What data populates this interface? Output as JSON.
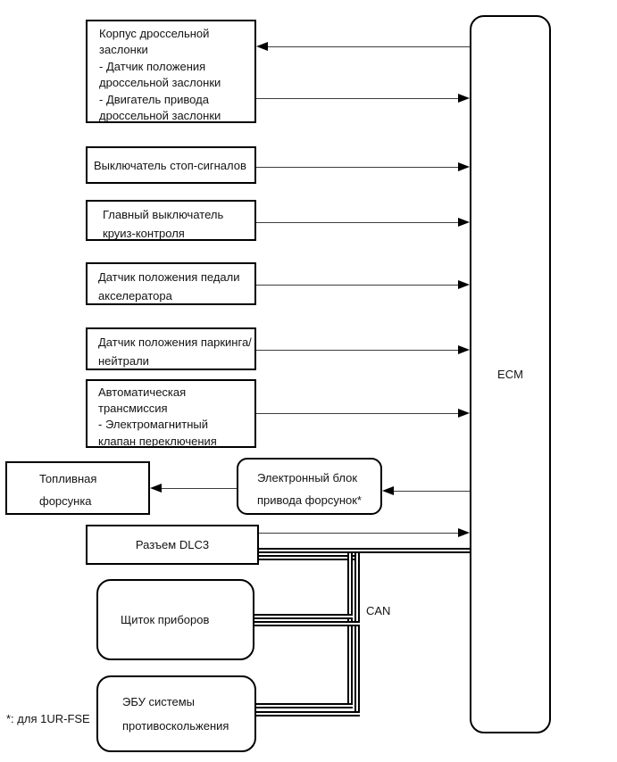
{
  "ecm_label": "ECM",
  "can_label": "CAN",
  "footnote": "*: для 1UR-FSE",
  "nodes": {
    "throttle_body": {
      "lines": [
        "Корпус дроссельной",
        "заслонки",
        "- Датчик положения",
        "дроссельной заслонки",
        "- Двигатель привода",
        "дроссельной заслонки"
      ]
    },
    "stop_light_switch": {
      "lines": [
        "Выключатель стоп-сигналов"
      ]
    },
    "cruise_switch": {
      "lines": [
        "Главный выключатель",
        "круиз-контроля"
      ]
    },
    "accel_pedal": {
      "lines": [
        "Датчик положения педали",
        "акселератора"
      ]
    },
    "park_neutral": {
      "lines": [
        "Датчик положения паркинга/",
        "нейтрали"
      ]
    },
    "auto_trans": {
      "lines": [
        "Автоматическая",
        "трансмиссия",
        "- Электромагнитный",
        "клапан переключения"
      ]
    },
    "fuel_injector": {
      "lines": [
        "Топливная",
        "форсунка"
      ]
    },
    "injector_driver": {
      "lines": [
        "Электронный блок",
        "привода форсунок*"
      ]
    },
    "dlc3": {
      "lines": [
        "Разъем DLC3"
      ]
    },
    "instrument_panel": {
      "lines": [
        "Щиток приборов"
      ]
    },
    "skid_control": {
      "lines": [
        "ЭБУ системы",
        "противоскольжения"
      ]
    }
  }
}
